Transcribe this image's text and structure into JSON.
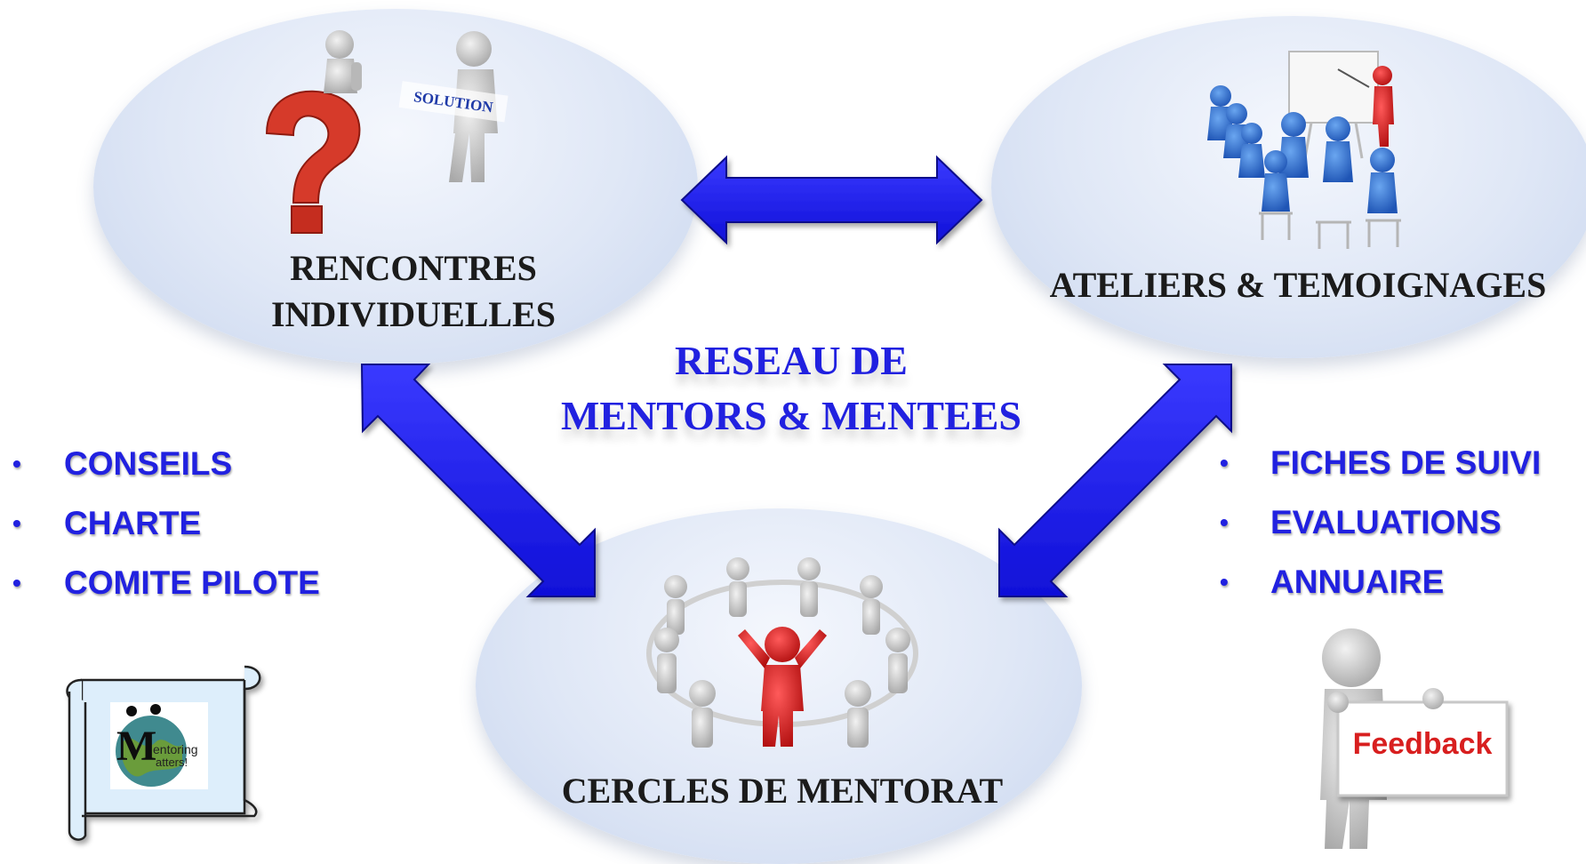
{
  "nodes": {
    "top_left": {
      "label_line1": "RENCONTRES",
      "label_line2": "INDIVIDUELLES",
      "illustration_word": "SOLUTION"
    },
    "top_right": {
      "label": "ATELIERS & TEMOIGNAGES"
    },
    "bottom": {
      "label": "CERCLES DE MENTORAT"
    }
  },
  "center": {
    "line1": "RESEAU DE",
    "line2": "MENTORS & MENTEES"
  },
  "left_list": [
    "CONSEILS",
    "CHARTE",
    "COMITE PILOTE"
  ],
  "right_list": [
    "FICHES DE SUIVI",
    "EVALUATIONS",
    "ANNUAIRE"
  ],
  "bullet": "•",
  "logo": {
    "text1": "entoring",
    "text2": "atters!",
    "letter": "M"
  },
  "feedback_sign": "Feedback",
  "colors": {
    "accent_blue": "#2121e0",
    "arrow_blue": "#1f1ff2",
    "label_text": "#1b1b1b",
    "feedback_red": "#d81f1f",
    "figure_red": "#d42020",
    "figure_blue": "#2a6fcf"
  },
  "icons": [
    "double-arrow-icon",
    "question-mark-icon",
    "presentation-icon",
    "people-circle-icon",
    "scroll-logo-icon",
    "feedback-figure-icon"
  ]
}
